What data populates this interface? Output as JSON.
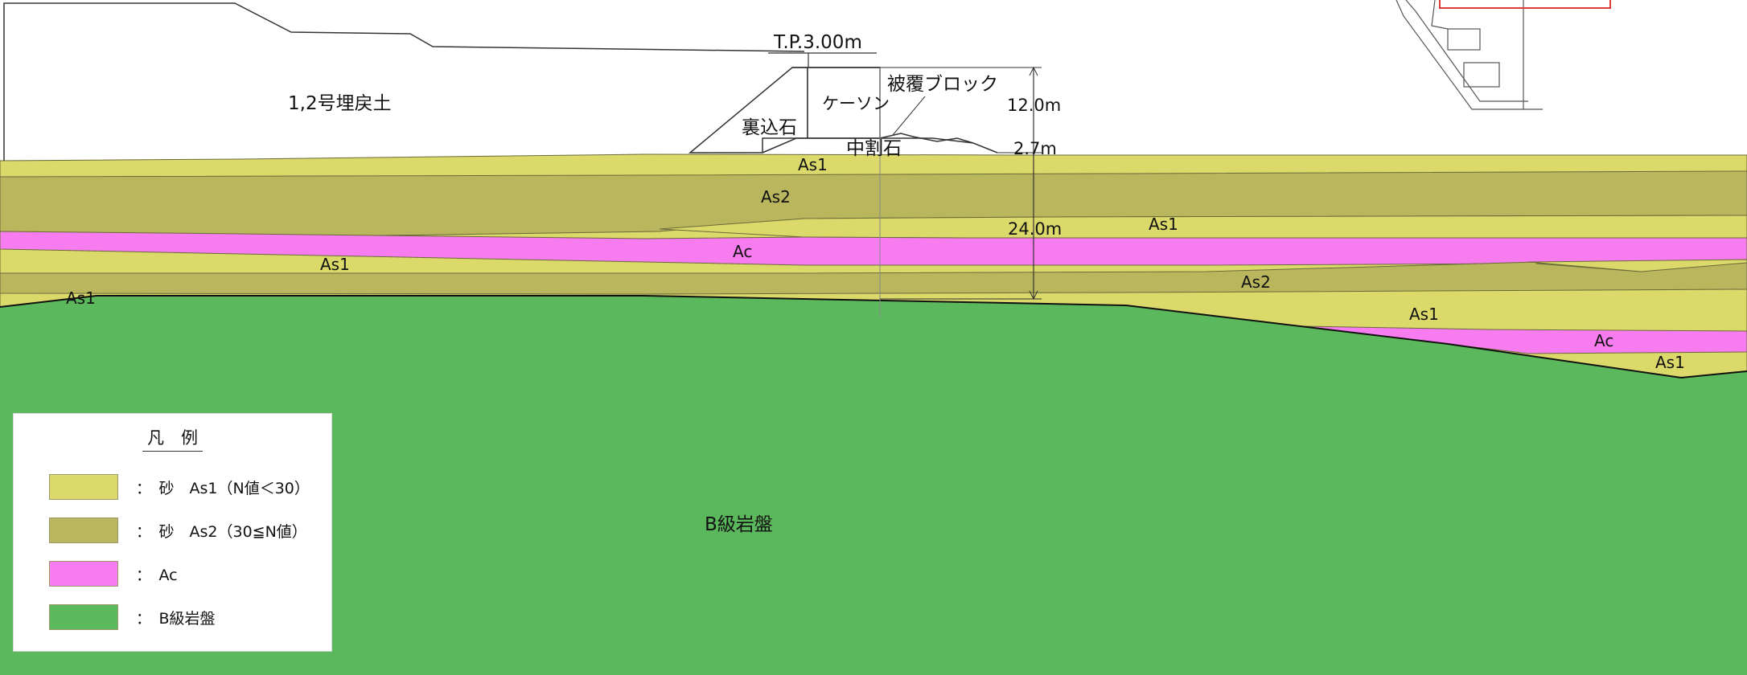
{
  "section": {
    "elevation_label": "T.P.3.00m",
    "backfill_label": "1,2号埋戻土",
    "caisson_label": "ケーソン",
    "backfill_stone_label": "裏込石",
    "armor_block_label": "被覆ブロック",
    "rubble_label": "中割石",
    "height_upper_label": "12.0m",
    "height_mound_label": "2.7m",
    "height_lower_label": "24.0m",
    "bedrock_label": "B級岩盤"
  },
  "layers": {
    "as1_labels": [
      "As1",
      "As1",
      "As1",
      "As1",
      "As1",
      "As1"
    ],
    "as2_labels": [
      "As2",
      "As2"
    ],
    "ac_labels": [
      "Ac",
      "Ac"
    ]
  },
  "legend": {
    "title": "凡　例",
    "items": [
      {
        "text": "：　砂　As1（N値＜30）",
        "color": "#dbd96a"
      },
      {
        "text": "：　砂　As2（30≦N値）",
        "color": "#b9b65d"
      },
      {
        "text": "：　Ac",
        "color": "#f77cf0"
      },
      {
        "text": "：　B級岩盤",
        "color": "#5cb85c"
      }
    ]
  },
  "colors": {
    "as1": "#dbd96a",
    "as2": "#b9b65d",
    "ac": "#f77cf0",
    "bedrock": "#5cb85c"
  }
}
